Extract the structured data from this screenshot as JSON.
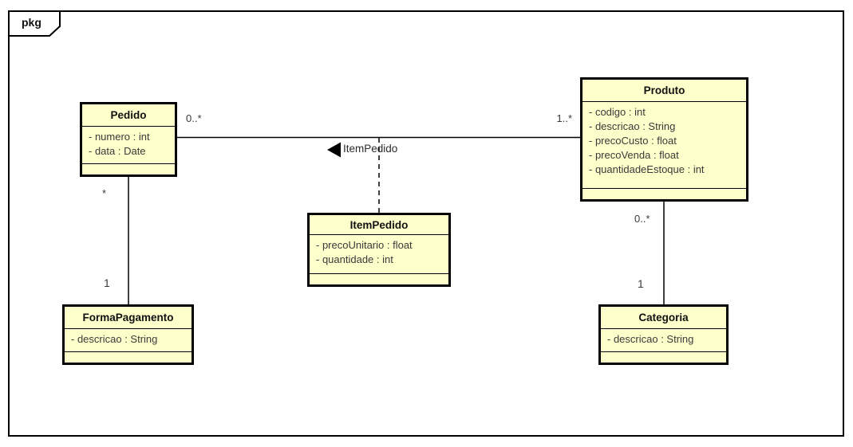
{
  "frame": {
    "label": "pkg"
  },
  "colors": {
    "class_fill": "#FFFFCC",
    "border": "#000000",
    "attribute_text": "#3A3A3A",
    "background": "#FFFFFF"
  },
  "diagram_type": "uml-class-diagram",
  "classes": [
    {
      "name": "Pedido",
      "attributes": [
        "- numero : int",
        "- data : Date"
      ],
      "operations": []
    },
    {
      "name": "Produto",
      "attributes": [
        "- codigo : int",
        "- descricao : String",
        "- precoCusto : float",
        "- precoVenda : float",
        "- quantidadeEstoque : int"
      ],
      "operations": []
    },
    {
      "name": "ItemPedido",
      "attributes": [
        "- precoUnitario : float",
        "- quantidade : int"
      ],
      "operations": []
    },
    {
      "name": "FormaPagamento",
      "attributes": [
        "- descricao : String"
      ],
      "operations": []
    },
    {
      "name": "Categoria",
      "attributes": [
        "- descricao : String"
      ],
      "operations": []
    }
  ],
  "associations": [
    {
      "name": "ItemPedido",
      "from": "Pedido",
      "to": "Produto",
      "from_multiplicity": "0..*",
      "to_multiplicity": "1..*",
      "association_class": "ItemPedido",
      "direction_arrow": "left"
    },
    {
      "from": "Pedido",
      "to": "FormaPagamento",
      "from_multiplicity": "*",
      "to_multiplicity": "1"
    },
    {
      "from": "Produto",
      "to": "Categoria",
      "from_multiplicity": "0..*",
      "to_multiplicity": "1"
    }
  ]
}
